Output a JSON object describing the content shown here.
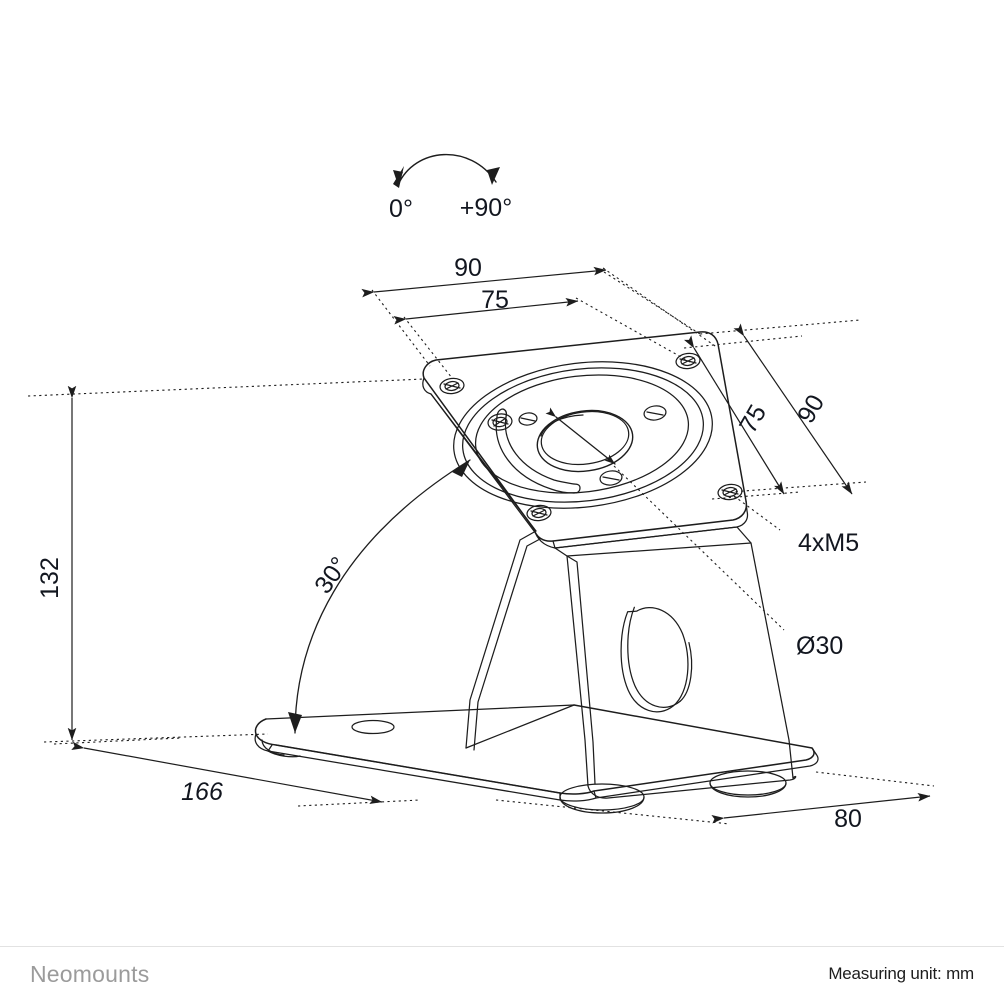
{
  "document": {
    "type": "technical-dimension-drawing",
    "subject": "monitor / tablet desk stand with VESA plate"
  },
  "footer": {
    "brand": "Neomounts",
    "unit_note": "Measuring unit: mm"
  },
  "rotation": {
    "start_label": "0°",
    "end_label": "+90°"
  },
  "dimensions": {
    "vesa_width_outer": "90",
    "vesa_width_inner": "75",
    "vesa_height_inner": "75",
    "vesa_height_outer": "90",
    "height": "132",
    "base_depth": "166",
    "base_width": "80"
  },
  "callouts": {
    "screws": "4xM5",
    "hole": "Ø30",
    "tilt": "30°"
  },
  "colors": {
    "line": "#1d1d1d",
    "text": "#12161f",
    "brand": "#9b9b9b",
    "rule": "#e2e2e2",
    "background": "#ffffff"
  }
}
